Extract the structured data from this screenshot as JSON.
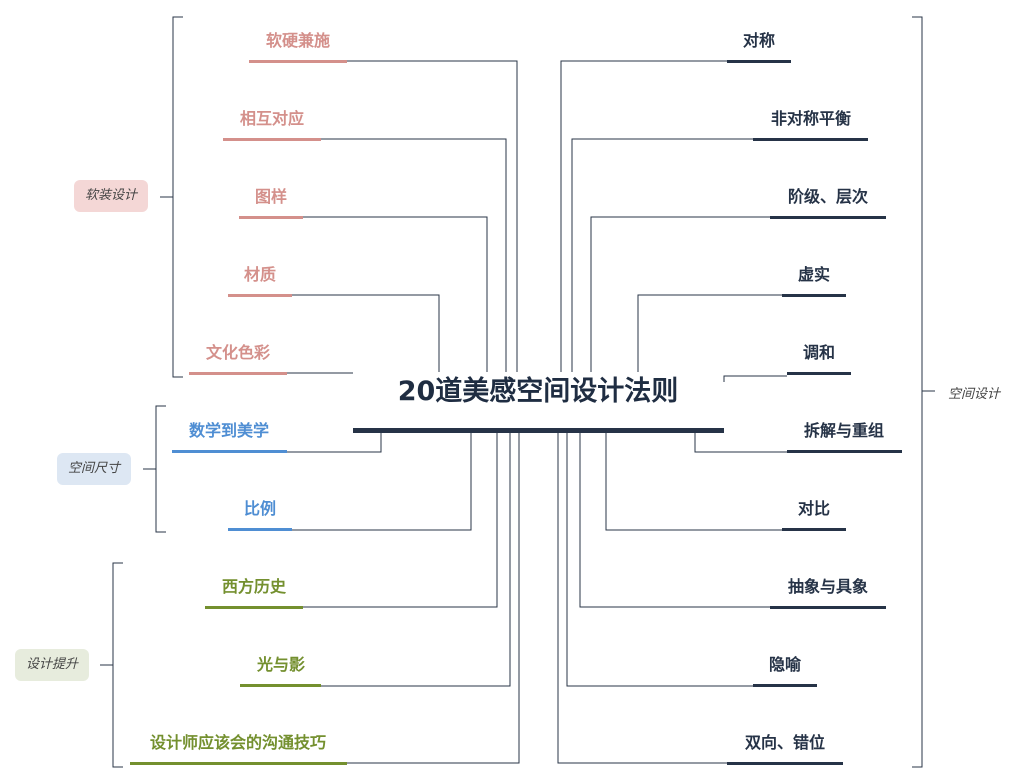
{
  "central_topic": "20道美感空间设计法则",
  "colors": {
    "soft_furnishing": "#d4908b",
    "space_scale": "#4f8ed3",
    "design_upgrade": "#74902f",
    "right_branch": "#263347",
    "connector": "#2a3547",
    "soft_tag_bg": "#f4d7d6",
    "space_tag_bg": "#dde7f3",
    "upgrade_tag_bg": "#e7ecdd"
  },
  "left_groups": [
    {
      "label": "软装设计",
      "items": [
        "软硬兼施",
        "相互对应",
        "图样",
        "材质",
        "文化色彩"
      ]
    },
    {
      "label": "空间尺寸",
      "items": [
        "数学到美学",
        "比例"
      ]
    },
    {
      "label": "设计提升",
      "items": [
        "西方历史",
        "光与影",
        "设计师应该会的沟通技巧"
      ]
    }
  ],
  "right_group": {
    "label": "空间设计",
    "items": [
      "对称",
      "非对称平衡",
      "阶级、层次",
      "虚实",
      "调和",
      "拆解与重组",
      "对比",
      "抽象与具象",
      "隐喻",
      "双向、错位"
    ]
  }
}
